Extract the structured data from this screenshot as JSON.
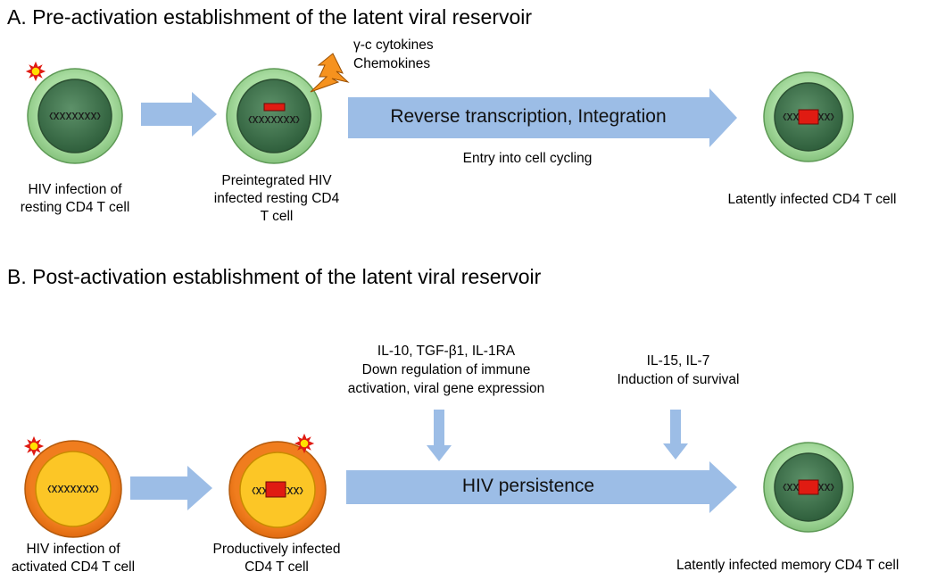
{
  "section_a": {
    "heading": "A. Pre-activation establishment of the latent viral reservoir",
    "signals": "γ-c cytokines\nChemokines",
    "arrow_main_label": "Reverse transcription, Integration",
    "sub_label": "Entry into cell cycling",
    "cells": [
      {
        "caption": "HIV infection of\nresting CD4 T cell"
      },
      {
        "caption": "Preintegrated HIV\ninfected resting CD4\nT cell"
      },
      {
        "caption": "Latently infected CD4 T cell"
      }
    ]
  },
  "section_b": {
    "heading": "B. Post-activation establishment of the latent viral reservoir",
    "factors_1": "IL-10, TGF-β1, IL-1RA\nDown regulation of immune\nactivation, viral gene expression",
    "factors_2": "IL-15, IL-7\nInduction of survival",
    "arrow_main_label": "HIV persistence",
    "cells": [
      {
        "caption": "HIV infection of\nactivated CD4 T cell"
      },
      {
        "caption": "Productively infected\nCD4 T cell"
      },
      {
        "caption": "Latently infected memory CD4 T cell"
      }
    ]
  },
  "colors": {
    "resting_outer": "#a3d89a",
    "resting_nucleus": "#3f7550",
    "activated_outer": "#f07d1e",
    "activated_inner": "#fcc626",
    "arrow": "#9cbde6",
    "provirus": "#e01b12",
    "lightning": "#f6921e",
    "virion": "#ffe100"
  }
}
